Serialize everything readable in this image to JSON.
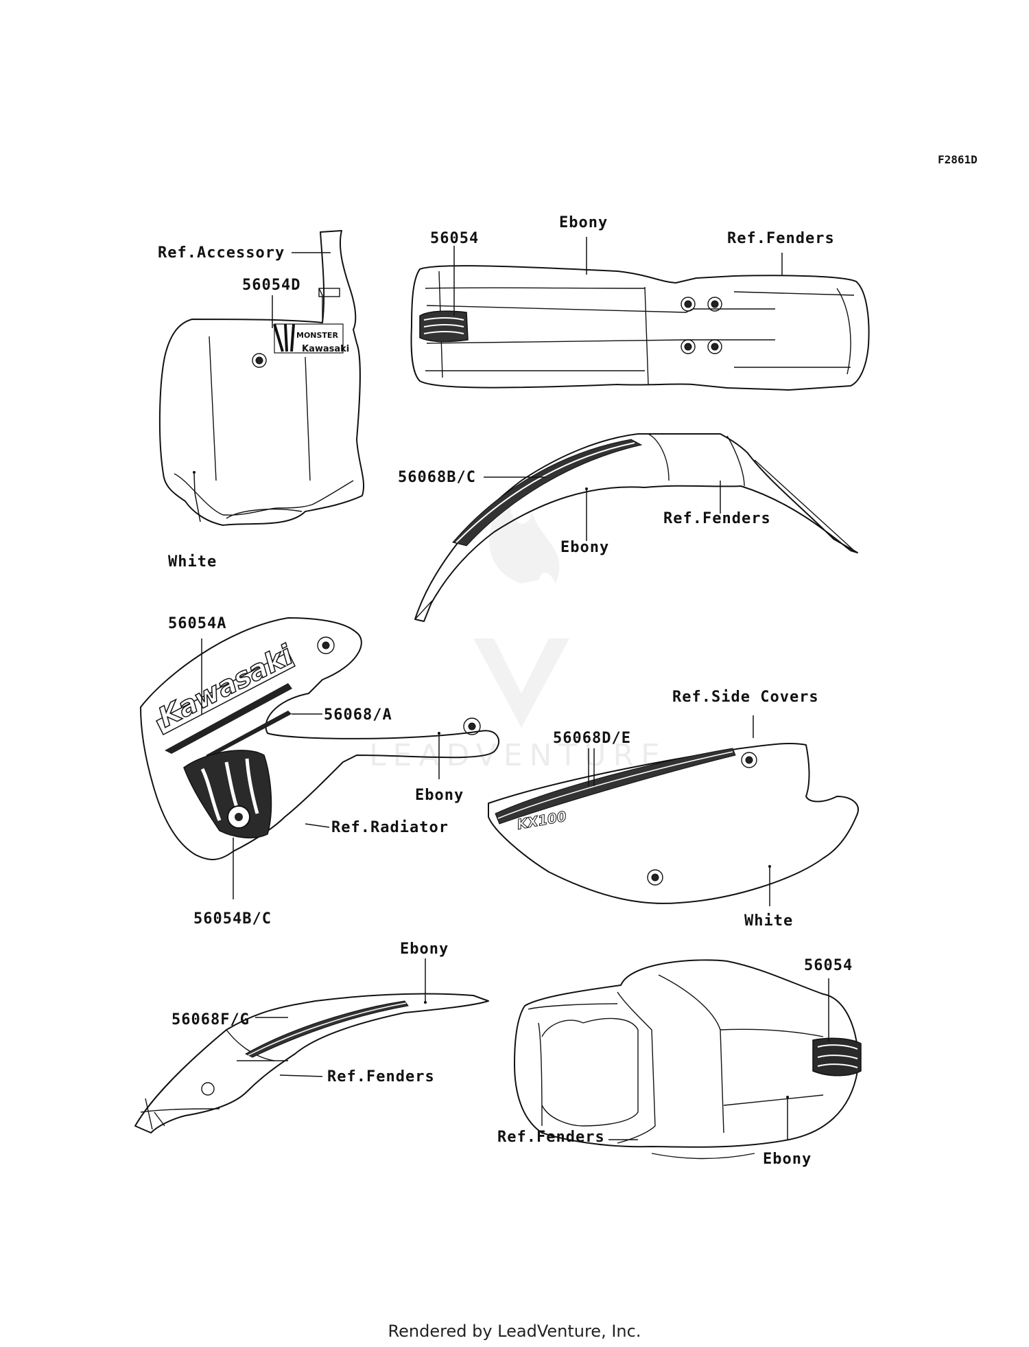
{
  "diagram_code": "F2861D",
  "footer": "Rendered by LeadVenture, Inc.",
  "watermark": "LEADVENTURE",
  "decal_text": {
    "brand": "Kawasaki",
    "model": "KX100"
  },
  "callouts": {
    "number_plate": {
      "ref_accessory": "Ref.Accessory",
      "part_56054D": "56054D",
      "white": "White"
    },
    "front_fender_top": {
      "part_56054": "56054",
      "ebony": "Ebony",
      "ref_fenders": "Ref.Fenders"
    },
    "front_fender_side": {
      "part_56068BC": "56068B/C",
      "ebony": "Ebony",
      "ref_fenders": "Ref.Fenders"
    },
    "radiator_shroud": {
      "part_56054A": "56054A",
      "part_56068A": "56068/A",
      "ebony": "Ebony",
      "ref_radiator": "Ref.Radiator",
      "part_56054BC": "56054B/C"
    },
    "side_cover": {
      "ref_side_covers": "Ref.Side Covers",
      "part_56068DE": "56068D/E",
      "white": "White"
    },
    "rear_fender_side": {
      "ebony": "Ebony",
      "part_56068FG": "56068F/G",
      "ref_fenders": "Ref.Fenders"
    },
    "rear_fender_top": {
      "part_56054": "56054",
      "ref_fenders": "Ref.Fenders",
      "ebony": "Ebony"
    }
  }
}
